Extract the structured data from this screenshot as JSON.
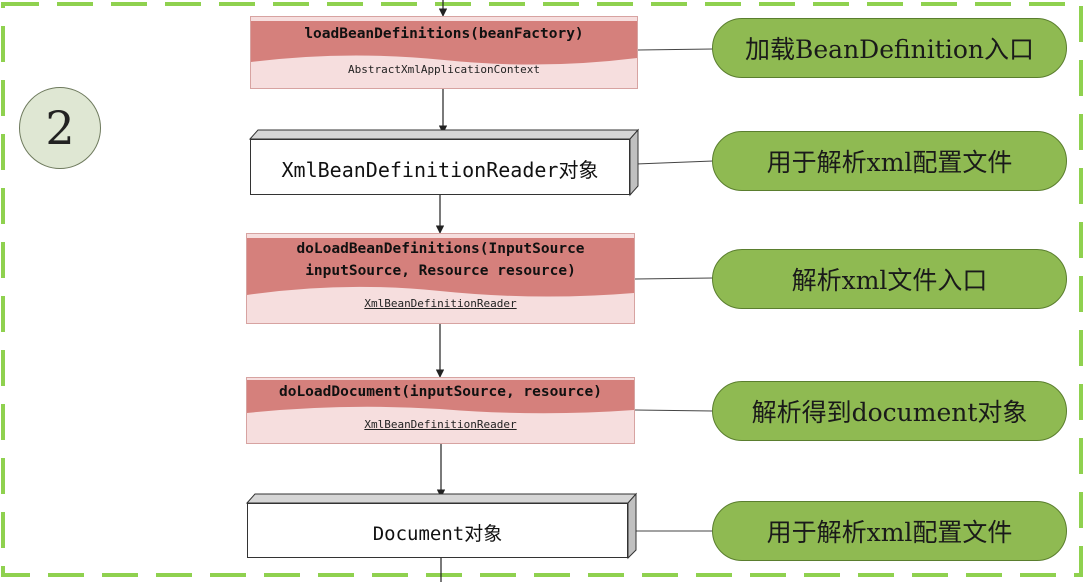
{
  "step_number": "2",
  "method_boxes": [
    {
      "name": "loadBeanDefinitions(beanFactory)",
      "owner": "AbstractXmlApplicationContext"
    },
    {
      "name_line1": "doLoadBeanDefinitions(InputSource",
      "name_line2": "inputSource, Resource resource)",
      "owner": "XmlBeanDefinitionReader"
    },
    {
      "name": "doLoadDocument(inputSource, resource)",
      "owner": "XmlBeanDefinitionReader"
    }
  ],
  "object_boxes": [
    {
      "label": "XmlBeanDefinitionReader对象"
    },
    {
      "label": "Document对象"
    }
  ],
  "callouts": [
    "加载BeanDefinition入口",
    "用于解析xml配置文件",
    "解析xml文件入口",
    "解析得到document对象",
    "用于解析xml配置文件"
  ],
  "colors": {
    "frame_dash": "#8fd14f",
    "method_header": "#d5807c",
    "method_body": "#f6dede",
    "callout_fill": "#8fba52",
    "step_circle": "#dfe7d3"
  }
}
